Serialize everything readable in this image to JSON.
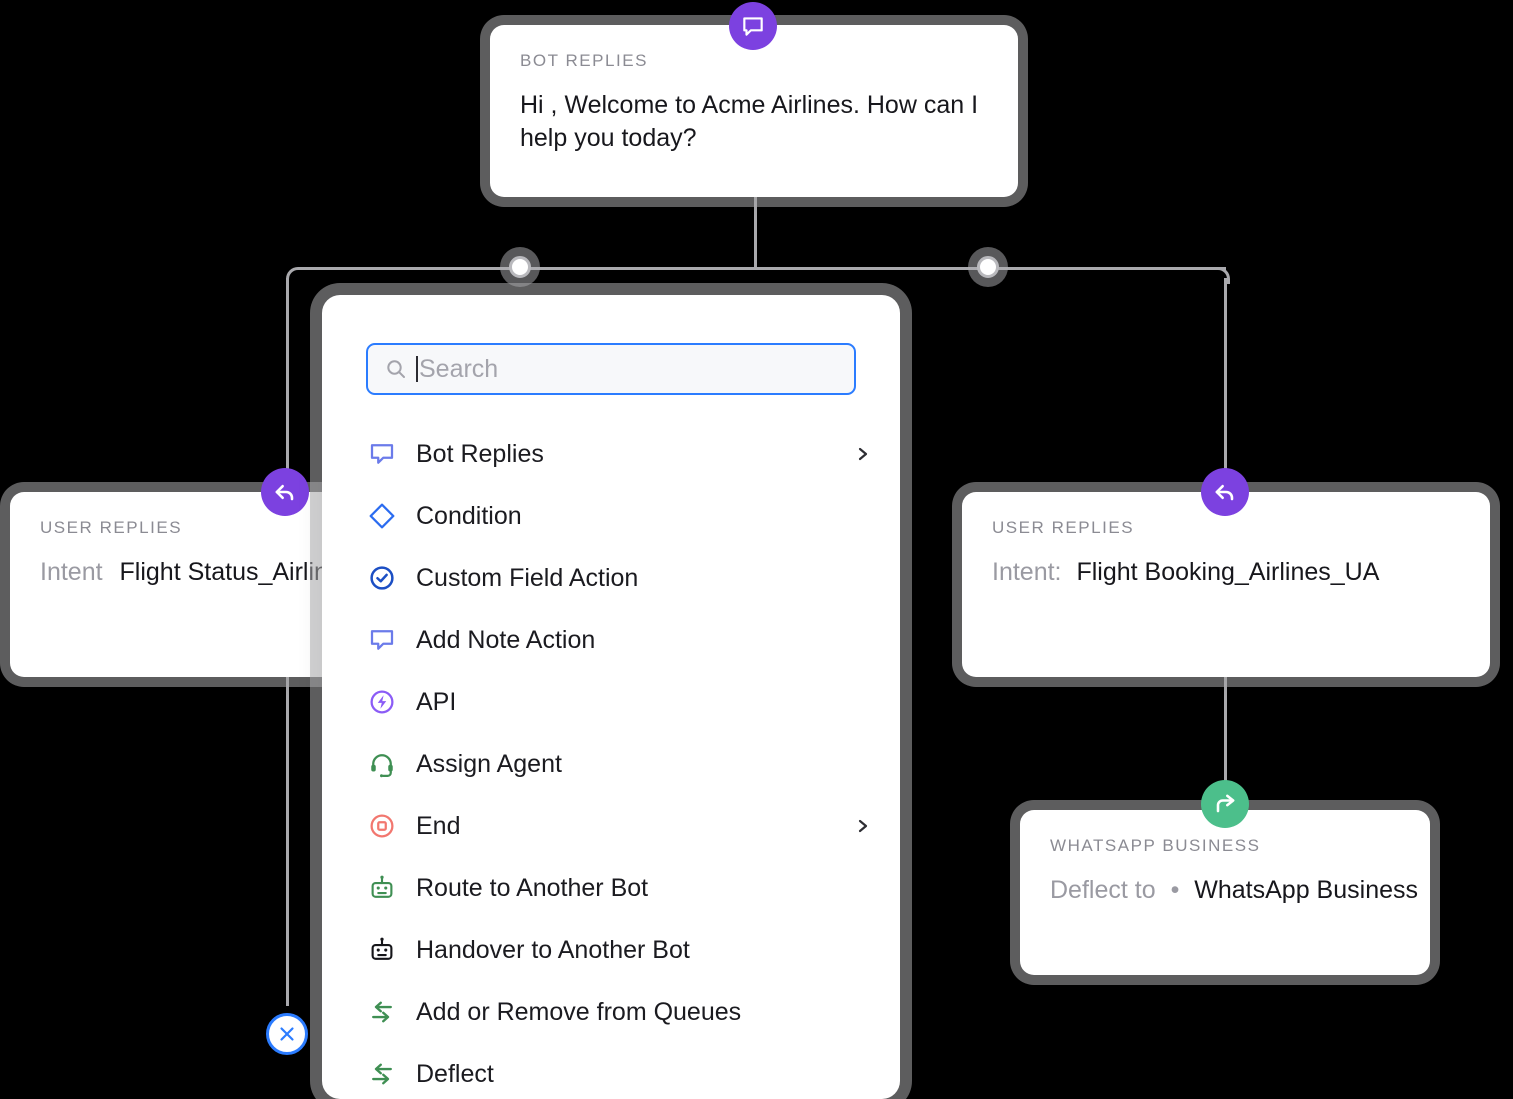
{
  "flow": {
    "bot_node": {
      "kicker": "BOT REPLIES",
      "message": "Hi , Welcome to Acme Airlines. How can I help you today?",
      "badge_icon": "speech-bubble-icon",
      "badge_color": "#7c41e0"
    },
    "user_node_left": {
      "kicker": "USER REPLIES",
      "label": "Intent",
      "value": "Flight Status_Airlines",
      "badge_icon": "reply-arrow-icon",
      "badge_color": "#7c41e0"
    },
    "user_node_right": {
      "kicker": "USER REPLIES",
      "label": "Intent:",
      "value": "Flight Booking_Airlines_UA",
      "badge_icon": "reply-arrow-icon",
      "badge_color": "#7c41e0"
    },
    "deflect_node": {
      "kicker": "WHATSAPP BUSINESS",
      "label": "Deflect to",
      "separator": "•",
      "value": "WhatsApp Business",
      "badge_icon": "forward-arrow-icon",
      "badge_color": "#4cbf8b"
    },
    "close_button": {
      "icon": "close-icon",
      "color": "#2b7cff"
    },
    "wire_color": "#a9a9ad"
  },
  "action_picker": {
    "search": {
      "placeholder": "Search",
      "value": "",
      "icon": "search-icon",
      "focus_color": "#2b7cff"
    },
    "items": [
      {
        "label": "Bot Replies",
        "icon": "speech-bubble-icon",
        "color": "#6b7bea",
        "has_submenu": true
      },
      {
        "label": "Condition",
        "icon": "diamond-icon",
        "color": "#2b6cf0",
        "has_submenu": false
      },
      {
        "label": "Custom Field Action",
        "icon": "check-circle-icon",
        "color": "#1c4fc4",
        "has_submenu": false
      },
      {
        "label": "Add Note Action",
        "icon": "speech-bubble-icon",
        "color": "#6b7bea",
        "has_submenu": false
      },
      {
        "label": "API",
        "icon": "lightning-circle-icon",
        "color": "#8b5cf6",
        "has_submenu": false
      },
      {
        "label": "Assign Agent",
        "icon": "headset-icon",
        "color": "#3f8f53",
        "has_submenu": false
      },
      {
        "label": "End",
        "icon": "stop-circle-icon",
        "color": "#f2776f",
        "has_submenu": true
      },
      {
        "label": "Route to Another Bot",
        "icon": "robot-icon",
        "color": "#3f8f53",
        "has_submenu": false
      },
      {
        "label": "Handover to Another Bot",
        "icon": "robot-icon",
        "color": "#16161a",
        "has_submenu": false
      },
      {
        "label": "Add or Remove from Queues",
        "icon": "swap-arrows-icon",
        "color": "#3f8f53",
        "has_submenu": false
      },
      {
        "label": "Deflect",
        "icon": "swap-arrows-icon",
        "color": "#3f8f53",
        "has_submenu": false
      }
    ]
  }
}
